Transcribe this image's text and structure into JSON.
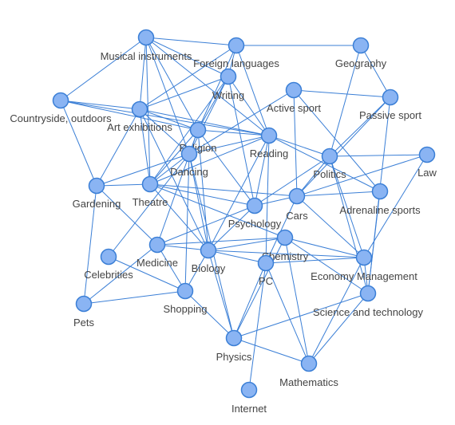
{
  "graph": {
    "nodes": [
      {
        "id": "musical",
        "label": "Musical instruments"
      },
      {
        "id": "foreign",
        "label": "Foreign languages"
      },
      {
        "id": "geography",
        "label": "Geography"
      },
      {
        "id": "writing",
        "label": "Writing"
      },
      {
        "id": "active",
        "label": "Active sport"
      },
      {
        "id": "passive",
        "label": "Passive sport"
      },
      {
        "id": "countryside",
        "label": "Countryside, outdoors"
      },
      {
        "id": "art",
        "label": "Art exhibitions"
      },
      {
        "id": "religion",
        "label": "Religion"
      },
      {
        "id": "reading",
        "label": "Reading"
      },
      {
        "id": "dancing",
        "label": "Dancing"
      },
      {
        "id": "politics",
        "label": "Politics"
      },
      {
        "id": "law",
        "label": "Law"
      },
      {
        "id": "gardening",
        "label": "Gardening"
      },
      {
        "id": "theatre",
        "label": "Theatre"
      },
      {
        "id": "psychology",
        "label": "Psychology"
      },
      {
        "id": "cars",
        "label": "Cars"
      },
      {
        "id": "adrenaline",
        "label": "Adrenaline sports"
      },
      {
        "id": "chemistry",
        "label": "Chemistry"
      },
      {
        "id": "medicine",
        "label": "Medicine"
      },
      {
        "id": "biology",
        "label": "Biology"
      },
      {
        "id": "celebrities",
        "label": "Celebrities"
      },
      {
        "id": "pc",
        "label": "PC"
      },
      {
        "id": "economy",
        "label": "Economy Management"
      },
      {
        "id": "science",
        "label": "Science and technology"
      },
      {
        "id": "shopping",
        "label": "Shopping"
      },
      {
        "id": "pets",
        "label": "Pets"
      },
      {
        "id": "physics",
        "label": "Physics"
      },
      {
        "id": "mathematics",
        "label": "Mathematics"
      },
      {
        "id": "internet",
        "label": "Internet"
      }
    ],
    "edges": [
      [
        "musical",
        "foreign"
      ],
      [
        "musical",
        "countryside"
      ],
      [
        "musical",
        "art"
      ],
      [
        "musical",
        "religion"
      ],
      [
        "musical",
        "dancing"
      ],
      [
        "musical",
        "theatre"
      ],
      [
        "musical",
        "reading"
      ],
      [
        "musical",
        "writing"
      ],
      [
        "foreign",
        "geography"
      ],
      [
        "foreign",
        "art"
      ],
      [
        "foreign",
        "religion"
      ],
      [
        "foreign",
        "reading"
      ],
      [
        "foreign",
        "writing"
      ],
      [
        "geography",
        "passive"
      ],
      [
        "geography",
        "politics"
      ],
      [
        "writing",
        "religion"
      ],
      [
        "writing",
        "reading"
      ],
      [
        "writing",
        "dancing"
      ],
      [
        "writing",
        "psychology"
      ],
      [
        "writing",
        "theatre"
      ],
      [
        "writing",
        "art"
      ],
      [
        "active",
        "passive"
      ],
      [
        "active",
        "cars"
      ],
      [
        "active",
        "adrenaline"
      ],
      [
        "active",
        "dancing"
      ],
      [
        "passive",
        "politics"
      ],
      [
        "passive",
        "cars"
      ],
      [
        "passive",
        "science"
      ],
      [
        "countryside",
        "art"
      ],
      [
        "countryside",
        "gardening"
      ],
      [
        "countryside",
        "religion"
      ],
      [
        "countryside",
        "reading"
      ],
      [
        "art",
        "religion"
      ],
      [
        "art",
        "reading"
      ],
      [
        "art",
        "theatre"
      ],
      [
        "art",
        "dancing"
      ],
      [
        "art",
        "gardening"
      ],
      [
        "art",
        "biology"
      ],
      [
        "religion",
        "reading"
      ],
      [
        "religion",
        "dancing"
      ],
      [
        "religion",
        "psychology"
      ],
      [
        "religion",
        "medicine"
      ],
      [
        "religion",
        "biology"
      ],
      [
        "religion",
        "theatre"
      ],
      [
        "reading",
        "theatre"
      ],
      [
        "reading",
        "psychology"
      ],
      [
        "reading",
        "dancing"
      ],
      [
        "reading",
        "politics"
      ],
      [
        "reading",
        "biology"
      ],
      [
        "reading",
        "pc"
      ],
      [
        "reading",
        "adrenaline"
      ],
      [
        "dancing",
        "theatre"
      ],
      [
        "dancing",
        "gardening"
      ],
      [
        "dancing",
        "shopping"
      ],
      [
        "dancing",
        "celebrities"
      ],
      [
        "dancing",
        "biology"
      ],
      [
        "dancing",
        "physics"
      ],
      [
        "politics",
        "law"
      ],
      [
        "politics",
        "cars"
      ],
      [
        "politics",
        "psychology"
      ],
      [
        "politics",
        "economy"
      ],
      [
        "politics",
        "science"
      ],
      [
        "law",
        "cars"
      ],
      [
        "law",
        "economy"
      ],
      [
        "gardening",
        "theatre"
      ],
      [
        "gardening",
        "pets"
      ],
      [
        "gardening",
        "medicine"
      ],
      [
        "theatre",
        "psychology"
      ],
      [
        "theatre",
        "cars"
      ],
      [
        "theatre",
        "biology"
      ],
      [
        "theatre",
        "chemistry"
      ],
      [
        "psychology",
        "medicine"
      ],
      [
        "psychology",
        "biology"
      ],
      [
        "psychology",
        "cars"
      ],
      [
        "cars",
        "adrenaline"
      ],
      [
        "cars",
        "pc"
      ],
      [
        "cars",
        "economy"
      ],
      [
        "adrenaline",
        "science"
      ],
      [
        "chemistry",
        "medicine"
      ],
      [
        "chemistry",
        "biology"
      ],
      [
        "chemistry",
        "physics"
      ],
      [
        "chemistry",
        "economy"
      ],
      [
        "chemistry",
        "science"
      ],
      [
        "chemistry",
        "mathematics"
      ],
      [
        "medicine",
        "biology"
      ],
      [
        "medicine",
        "shopping"
      ],
      [
        "biology",
        "physics"
      ],
      [
        "biology",
        "pc"
      ],
      [
        "biology",
        "economy"
      ],
      [
        "biology",
        "shopping"
      ],
      [
        "celebrities",
        "shopping"
      ],
      [
        "pc",
        "physics"
      ],
      [
        "pc",
        "internet"
      ],
      [
        "pc",
        "economy"
      ],
      [
        "pc",
        "mathematics"
      ],
      [
        "economy",
        "mathematics"
      ],
      [
        "economy",
        "science"
      ],
      [
        "science",
        "physics"
      ],
      [
        "science",
        "mathematics"
      ],
      [
        "shopping",
        "pets"
      ],
      [
        "shopping",
        "physics"
      ],
      [
        "physics",
        "mathematics"
      ],
      [
        "medicine",
        "pets"
      ]
    ]
  }
}
